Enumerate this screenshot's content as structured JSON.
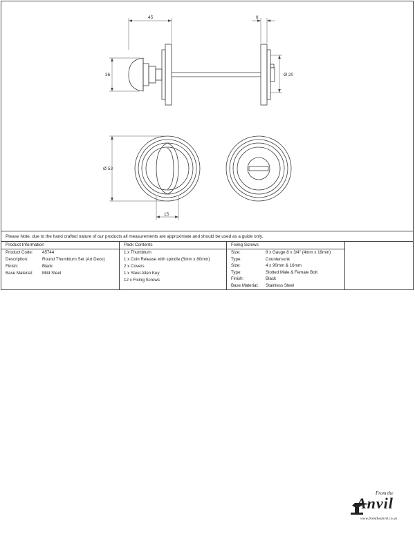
{
  "dimensions": {
    "width_45": "45",
    "width_8": "8",
    "height_36": "36",
    "dia_20": "Ø 20",
    "dia_53": "Ø 53",
    "width_15": "15"
  },
  "note": "Please Note, due to the hand crafted nature of our products all measurements are approximate and should be used as a guide only.",
  "product_information": {
    "heading": "Product Information",
    "rows": [
      {
        "label": "Product Code:",
        "value": "45744"
      },
      {
        "label": "Description:",
        "value": "Round Thumbturn Set (Art Deco)"
      },
      {
        "label": "Finish:",
        "value": "Black"
      },
      {
        "label": "Base Material:",
        "value": "Mild Steel"
      }
    ]
  },
  "pack_contents": {
    "heading": "Pack Contents",
    "items": [
      "1 x Thumbturn",
      "1 x Coin Release with spindle (5mm x 80mm)",
      "2 x Covers",
      "1 x Steel Allen Key",
      "12 x Fixing Screws"
    ]
  },
  "fixing_screws": {
    "heading": "Fixing Screws",
    "rows": [
      {
        "label": "Size:",
        "value": "8 x Gauge 8 x 3/4\" (4mm x 19mm)"
      },
      {
        "label": "Type:",
        "value": "Countersunk"
      },
      {
        "label": "Size:",
        "value": "4 x 90mm & 16mm"
      },
      {
        "label": "Type:",
        "value": "Slotted Male & Female Bolt"
      },
      {
        "label": "Finish:",
        "value": "Black"
      },
      {
        "label": "Base Material:",
        "value": "Stainless Steel"
      }
    ]
  },
  "logo": {
    "from": "From the",
    "name": "Anvil",
    "url": "www.fromtheanvil.co.uk"
  }
}
